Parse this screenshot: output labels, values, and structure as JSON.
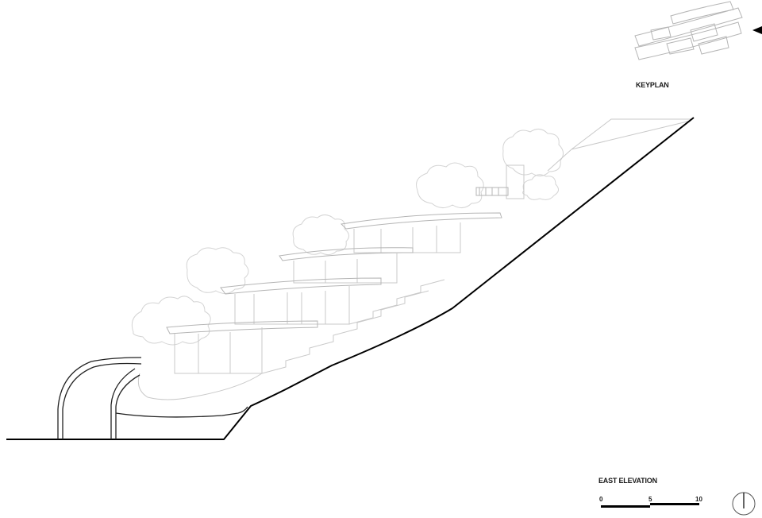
{
  "keyplan": {
    "label": "KEYPLAN",
    "marker_icon": "direction-arrow-icon"
  },
  "elevation": {
    "title": "EAST ELEVATION"
  },
  "scale_bar": {
    "ticks": [
      "0",
      "5",
      "10"
    ]
  },
  "north_icon": "north-arrow-icon"
}
